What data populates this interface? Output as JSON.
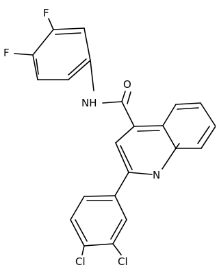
{
  "molecule": {
    "atoms": {
      "f_upper": "F",
      "f_lower": "F",
      "amide_o": "O",
      "amide_nh": "NH",
      "ring_n": "N",
      "cl_left": "Cl",
      "cl_right": "Cl"
    }
  }
}
